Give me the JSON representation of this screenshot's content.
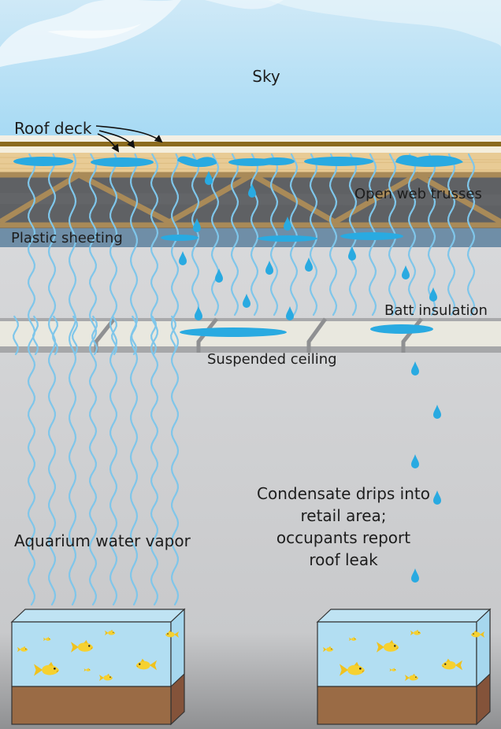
{
  "labels": {
    "sky": "Sky",
    "roof_deck": "Roof deck",
    "open_web_trusses": "Open web trusses",
    "plastic_sheeting": "Plastic sheeting",
    "batt_insulation": "Batt insulation",
    "suspended_ceiling": "Suspended ceiling",
    "vapor": "Aquarium water vapor",
    "condensate_lines": [
      "Condensate drips into",
      "retail area;",
      "occupants report",
      "roof leak"
    ]
  },
  "colors": {
    "sky": "#a9dcf4",
    "water": "#29aae1",
    "vapor_lines": "#7fc6ea",
    "roof_deck": "#e9cc97",
    "roof_strip": "#8b6a1e",
    "truss_space": "#5f6164",
    "truss_wood": "#a98a58",
    "plastic": "#6e8fa8",
    "ceiling_tile": "#e9e8df",
    "tank_soil": "#9a6b45",
    "fish": "#f6d130"
  },
  "icons": [
    "arrow-icon",
    "water-drop-icon",
    "fish-icon",
    "aquarium-icon"
  ]
}
